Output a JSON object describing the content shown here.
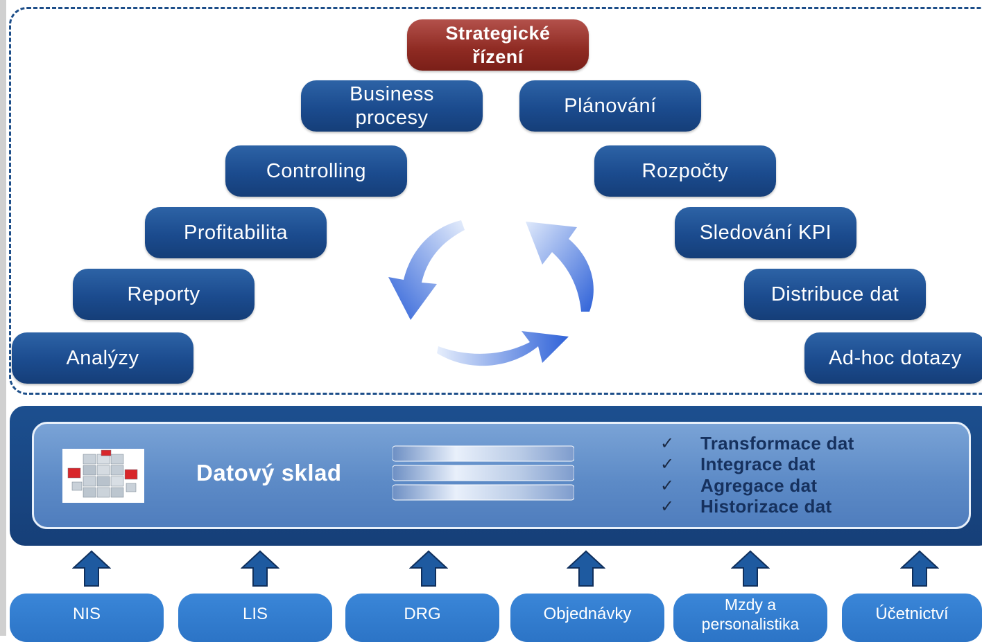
{
  "top_goal": "Strategické\nřízení",
  "left_column": [
    "Business\nprocesy",
    "Controlling",
    "Profitabilita",
    "Reporty",
    "Analýzy"
  ],
  "right_column": [
    "Plánování",
    "Rozpočty",
    "Sledování KPI",
    "Distribuce dat",
    "Ad-hoc dotazy"
  ],
  "warehouse": {
    "title": "Datový sklad",
    "functions": [
      "Transformace dat",
      "Integrace dat",
      "Agregace dat",
      "Historizace dat"
    ],
    "check_symbol": "✓"
  },
  "sources": [
    "NIS",
    "LIS",
    "DRG",
    "Objednávky",
    "Mzdy a\npersonalistika",
    "Účetnictví"
  ],
  "colors": {
    "pill_blue": "#1b4b8e",
    "pill_red": "#8e2a22",
    "frame_dash": "#1d4e89",
    "warehouse_outer": "#1c4f8f",
    "warehouse_inner": "#5d8bc7",
    "source_blue": "#2c74c6",
    "cycle_arrow": "#3f73e0"
  }
}
